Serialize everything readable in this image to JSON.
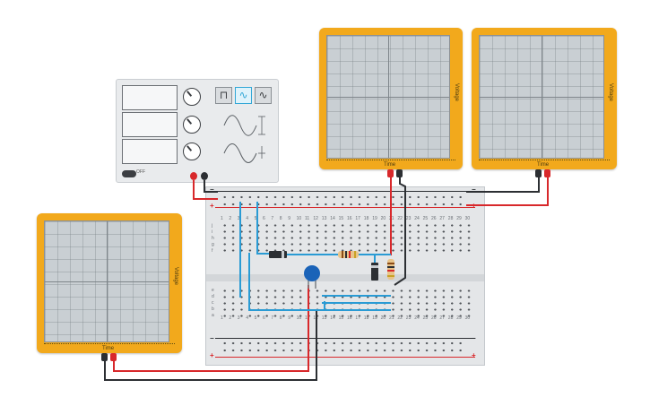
{
  "scopes": [
    {
      "id": "scope-top-left",
      "time_label": "Time",
      "voltage_label": "Voltage"
    },
    {
      "id": "scope-top-right",
      "time_label": "Time",
      "voltage_label": "Voltage"
    },
    {
      "id": "scope-left",
      "time_label": "Time",
      "voltage_label": "Voltage"
    }
  ],
  "function_generator": {
    "power_label": "OFF",
    "waveforms": [
      "square",
      "sine",
      "triangle"
    ],
    "active_waveform": "sine",
    "square_glyph": "⊓",
    "sine_glyph": "∿",
    "triangle_glyph": "∿"
  },
  "breadboard": {
    "row_letters_top": [
      "j",
      "i",
      "h",
      "g",
      "f"
    ],
    "row_letters_bottom": [
      "e",
      "d",
      "c",
      "b",
      "a"
    ],
    "columns": [
      "1",
      "2",
      "3",
      "4",
      "5",
      "6",
      "7",
      "8",
      "9",
      "10",
      "11",
      "12",
      "13",
      "14",
      "15",
      "16",
      "17",
      "18",
      "19",
      "20",
      "21",
      "22",
      "23",
      "24",
      "25",
      "26",
      "27",
      "28",
      "29",
      "30"
    ],
    "plus": "+",
    "minus": "−"
  },
  "colors": {
    "scope_frame": "#f2a91c",
    "wire_red": "#d8282b",
    "wire_black": "#2c2f33",
    "wire_blue": "#2a9bd4",
    "capacitor": "#1a63b8"
  }
}
